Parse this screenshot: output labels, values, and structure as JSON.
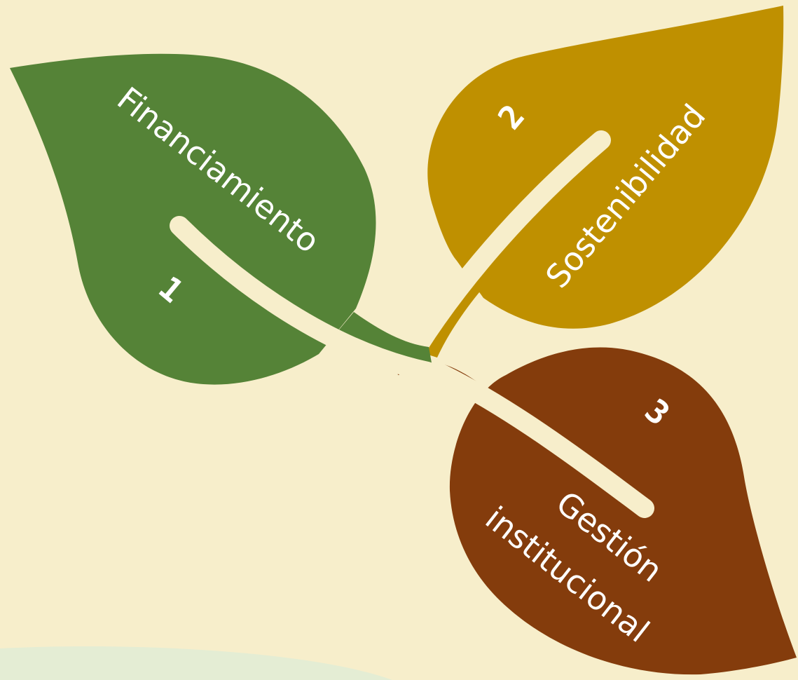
{
  "diagram": {
    "background_color": "#f7eecb",
    "leaves": [
      {
        "id": "financiamiento",
        "number": "1",
        "label": "Financiamiento",
        "color": "#558337",
        "vein_color": "#f7eecb"
      },
      {
        "id": "sostenibilidad",
        "number": "2",
        "label": "Sostenibilidad",
        "color": "#bf9000",
        "vein_color": "#f7eecb"
      },
      {
        "id": "gestion-institucional",
        "number": "3",
        "label_line1": "Gestión",
        "label_line2": "institucional",
        "color": "#843c0c",
        "vein_color": "#f7eecb"
      }
    ]
  }
}
